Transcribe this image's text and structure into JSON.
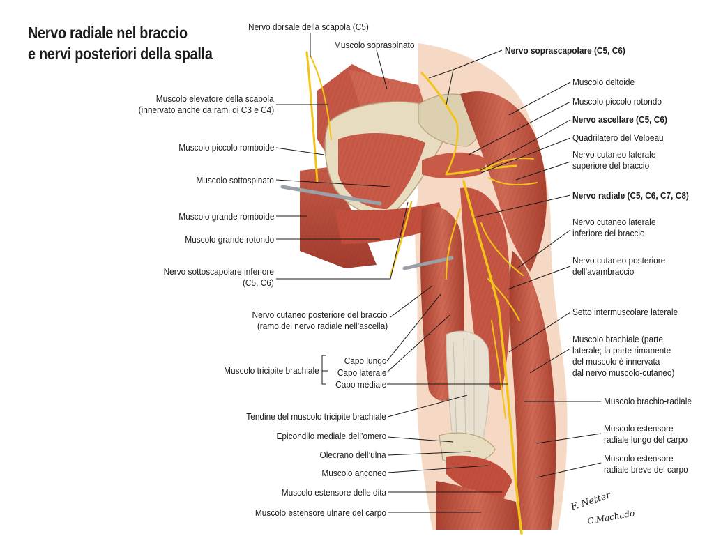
{
  "title": {
    "line1": "Nervo radiale nel braccio",
    "line2": "e nervi posteriori della spalla"
  },
  "colors": {
    "muscle": "#c9584a",
    "muscle_dark": "#9e3a2f",
    "muscle_light": "#e48a74",
    "tendon": "#e8e0d0",
    "bone": "#e7dcc0",
    "nerve": "#f2c418",
    "skin": "#f6d9c4",
    "leader": "#1a1a1a"
  },
  "labels_left": {
    "elevatore": "Muscolo elevatore della scapola",
    "elevatore2": "(innervato anche da rami di C3 e C4)",
    "piccolo_romboide": "Muscolo piccolo romboide",
    "sottospinato": "Muscolo sottospinato",
    "grande_romboide": "Muscolo grande romboide",
    "grande_rotondo": "Muscolo grande rotondo",
    "sottoscapolare": "Nervo sottoscapolare inferiore",
    "sottoscapolare2": "(C5, C6)",
    "cutaneo_post": "Nervo cutaneo posteriore del braccio",
    "cutaneo_post2": "(ramo del nervo radiale nell’ascella)",
    "tricipite": "Muscolo tricipite brachiale",
    "capo_lungo": "Capo lungo",
    "capo_laterale": "Capo laterale",
    "capo_mediale": "Capo mediale",
    "tendine": "Tendine del muscolo tricipite brachiale",
    "epicondilo": "Epicondilo mediale dell’omero",
    "olecrano": "Olecrano dell’ulna",
    "anconeo": "Muscolo anconeo",
    "estensore_dita": "Muscolo estensore delle dita",
    "estensore_ulnare": "Muscolo estensore ulnare del carpo"
  },
  "labels_top": {
    "dorsale": "Nervo dorsale della scapola (C5)",
    "sopraspinato": "Muscolo sopraspinato"
  },
  "labels_right": {
    "soprascapolare": "Nervo soprascapolare (C5, C6)",
    "deltoide": "Muscolo deltoide",
    "piccolo_rotondo": "Muscolo piccolo rotondo",
    "ascellare": "Nervo ascellare (C5, C6)",
    "quadrilatero": "Quadrilatero del Velpeau",
    "cut_lat_sup": "Nervo cutaneo laterale",
    "cut_lat_sup2": "superiore del braccio",
    "radiale": "Nervo radiale (C5, C6, C7, C8)",
    "cut_lat_inf": "Nervo cutaneo laterale",
    "cut_lat_inf2": "inferiore del braccio",
    "cut_post_av": "Nervo cutaneo posteriore",
    "cut_post_av2": "dell’avambraccio",
    "setto": "Setto intermuscolare laterale",
    "brachiale": "Muscolo brachiale (parte",
    "brachiale2": "laterale; la parte rimanente",
    "brachiale3": "del muscolo è innervata",
    "brachiale4": "dal nervo muscolo-cutaneo)",
    "brachio_radiale": "Muscolo brachio-radiale",
    "est_lungo": "Muscolo estensore",
    "est_lungo2": "radiale lungo del carpo",
    "est_breve": "Muscolo estensore",
    "est_breve2": "radiale breve del carpo"
  },
  "signature": {
    "line1": "F. Netter",
    "line2": "C.Machado"
  }
}
